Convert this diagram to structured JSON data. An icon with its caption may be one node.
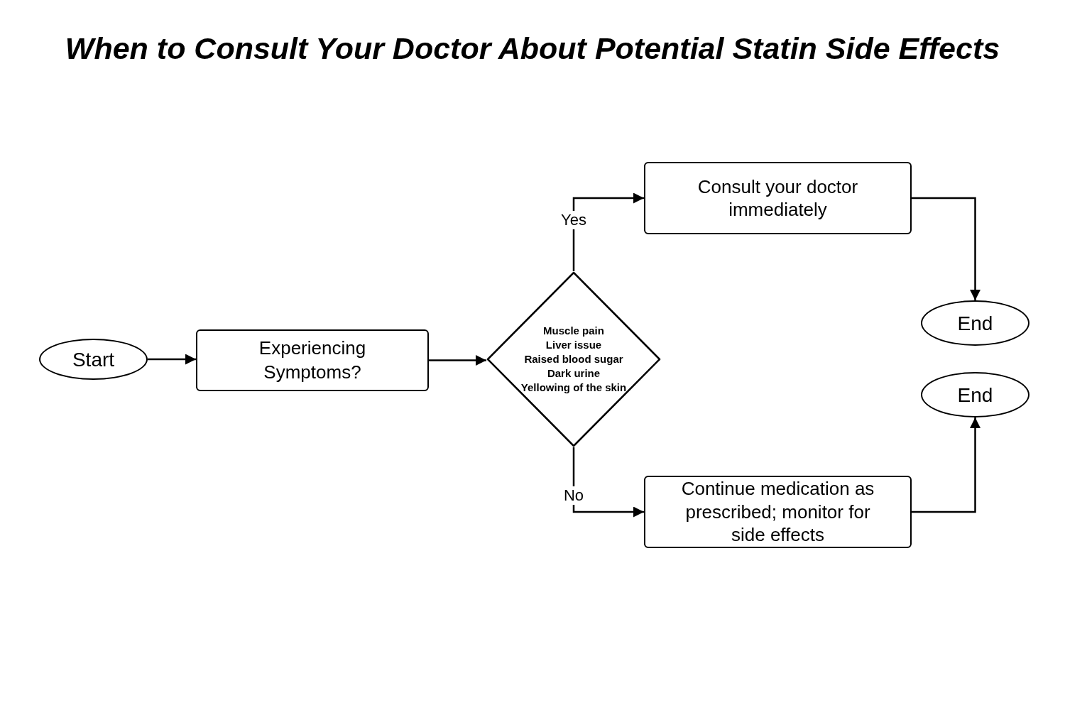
{
  "diagram": {
    "title": "When to Consult Your Doctor About Potential Statin Side Effects",
    "nodes": [
      {
        "text": [
          "Start"
        ]
      },
      {
        "text": [
          "Experiencing Symptoms?"
        ]
      },
      {
        "text": [
          "Muscle pain",
          "Liver issue",
          "Raised blood sugar",
          "Dark urine",
          "Yellowing of the skin"
        ]
      },
      {
        "text": [
          "Consult your doctor immediately"
        ]
      },
      {
        "text": [
          "End"
        ]
      },
      {
        "text": [
          "Continue medication as prescribed; monitor for side effects"
        ]
      },
      {
        "text": [
          "End"
        ]
      }
    ],
    "edges": [
      {
        "from": 0,
        "to": 1,
        "arrow": "to"
      },
      {
        "from": 1,
        "to": 2,
        "arrow": "to"
      },
      {
        "from": 2,
        "to": 3,
        "arrow": "to",
        "label": "Yes"
      },
      {
        "from": 2,
        "to": 5,
        "arrow": "to",
        "label": "No"
      },
      {
        "from": 3,
        "to": 4,
        "arrow": "to"
      },
      {
        "from": 5,
        "to": 6,
        "arrow": "to"
      }
    ]
  }
}
